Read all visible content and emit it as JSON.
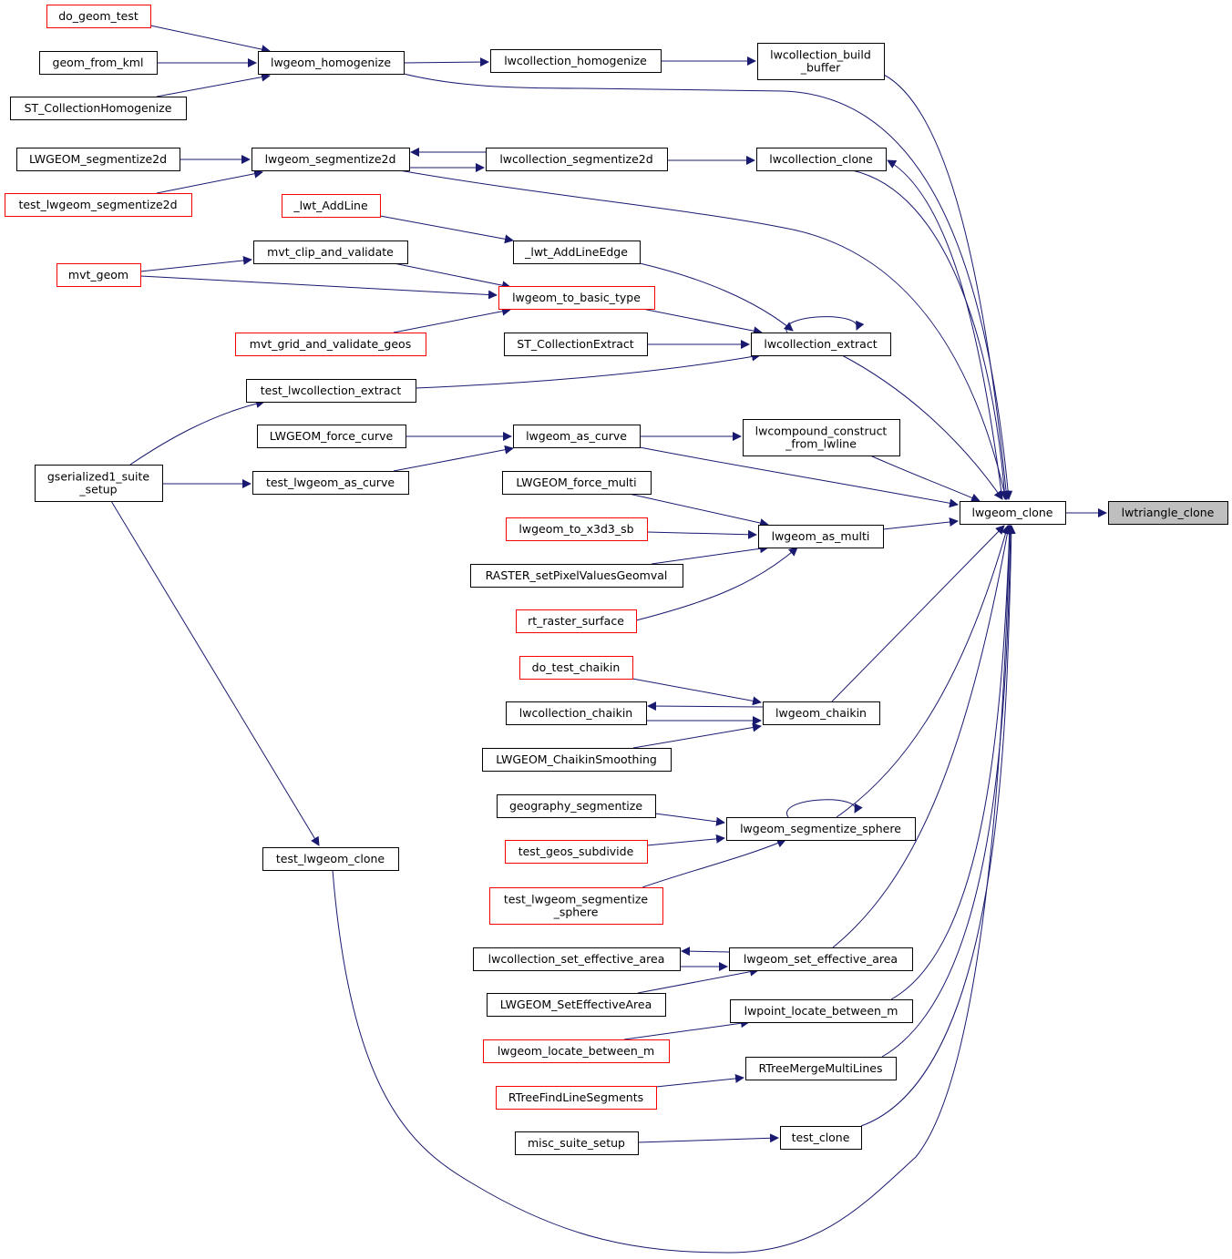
{
  "colors": {
    "edge": "#191970",
    "border_normal": "#000000",
    "border_truncated": "#ff0000",
    "root_fill": "#bfbfbf"
  },
  "nodes": {
    "do_geom_test": {
      "lines": [
        "do_geom_test"
      ],
      "style": "trunc"
    },
    "geom_from_kml": {
      "lines": [
        "geom_from_kml"
      ],
      "style": "normal"
    },
    "ST_CollectionHomogenize": {
      "lines": [
        "ST_CollectionHomogenize"
      ],
      "style": "normal"
    },
    "lwgeom_homogenize": {
      "lines": [
        "lwgeom_homogenize"
      ],
      "style": "normal"
    },
    "lwcollection_homogenize": {
      "lines": [
        "lwcollection_homogenize"
      ],
      "style": "normal"
    },
    "lwcollection_build_buffer": {
      "lines": [
        "lwcollection_build",
        "_buffer"
      ],
      "style": "normal"
    },
    "LWGEOM_segmentize2d": {
      "lines": [
        "LWGEOM_segmentize2d"
      ],
      "style": "normal"
    },
    "test_lwgeom_segmentize2d": {
      "lines": [
        "test_lwgeom_segmentize2d"
      ],
      "style": "trunc"
    },
    "lwgeom_segmentize2d": {
      "lines": [
        "lwgeom_segmentize2d"
      ],
      "style": "normal"
    },
    "lwcollection_segmentize2d": {
      "lines": [
        "lwcollection_segmentize2d"
      ],
      "style": "normal"
    },
    "lwcollection_clone": {
      "lines": [
        "lwcollection_clone"
      ],
      "style": "normal"
    },
    "_lwt_AddLine": {
      "lines": [
        "_lwt_AddLine"
      ],
      "style": "trunc"
    },
    "_lwt_AddLineEdge": {
      "lines": [
        "_lwt_AddLineEdge"
      ],
      "style": "normal"
    },
    "mvt_clip_and_validate": {
      "lines": [
        "mvt_clip_and_validate"
      ],
      "style": "normal"
    },
    "mvt_geom": {
      "lines": [
        "mvt_geom"
      ],
      "style": "trunc"
    },
    "lwgeom_to_basic_type": {
      "lines": [
        "lwgeom_to_basic_type"
      ],
      "style": "trunc"
    },
    "mvt_grid_and_validate_geos": {
      "lines": [
        "mvt_grid_and_validate_geos"
      ],
      "style": "trunc"
    },
    "ST_CollectionExtract": {
      "lines": [
        "ST_CollectionExtract"
      ],
      "style": "normal"
    },
    "lwcollection_extract": {
      "lines": [
        "lwcollection_extract"
      ],
      "style": "normal"
    },
    "test_lwcollection_extract": {
      "lines": [
        "test_lwcollection_extract"
      ],
      "style": "normal"
    },
    "LWGEOM_force_curve": {
      "lines": [
        "LWGEOM_force_curve"
      ],
      "style": "normal"
    },
    "lwgeom_as_curve": {
      "lines": [
        "lwgeom_as_curve"
      ],
      "style": "normal"
    },
    "lwcompound_construct_from_lwline": {
      "lines": [
        "lwcompound_construct",
        "_from_lwline"
      ],
      "style": "normal"
    },
    "gserialized1_suite_setup": {
      "lines": [
        "gserialized1_suite",
        "_setup"
      ],
      "style": "normal"
    },
    "test_lwgeom_as_curve": {
      "lines": [
        "test_lwgeom_as_curve"
      ],
      "style": "normal"
    },
    "LWGEOM_force_multi": {
      "lines": [
        "LWGEOM_force_multi"
      ],
      "style": "normal"
    },
    "lwgeom_to_x3d3_sb": {
      "lines": [
        "lwgeom_to_x3d3_sb"
      ],
      "style": "trunc"
    },
    "RASTER_setPixelValuesGeomval": {
      "lines": [
        "RASTER_setPixelValuesGeomval"
      ],
      "style": "normal"
    },
    "rt_raster_surface": {
      "lines": [
        "rt_raster_surface"
      ],
      "style": "trunc"
    },
    "lwgeom_as_multi": {
      "lines": [
        "lwgeom_as_multi"
      ],
      "style": "normal"
    },
    "lwgeom_clone": {
      "lines": [
        "lwgeom_clone"
      ],
      "style": "normal"
    },
    "lwtriangle_clone": {
      "lines": [
        "lwtriangle_clone"
      ],
      "style": "root"
    },
    "do_test_chaikin": {
      "lines": [
        "do_test_chaikin"
      ],
      "style": "trunc"
    },
    "lwcollection_chaikin": {
      "lines": [
        "lwcollection_chaikin"
      ],
      "style": "normal"
    },
    "LWGEOM_ChaikinSmoothing": {
      "lines": [
        "LWGEOM_ChaikinSmoothing"
      ],
      "style": "normal"
    },
    "lwgeom_chaikin": {
      "lines": [
        "lwgeom_chaikin"
      ],
      "style": "normal"
    },
    "geography_segmentize": {
      "lines": [
        "geography_segmentize"
      ],
      "style": "normal"
    },
    "test_geos_subdivide": {
      "lines": [
        "test_geos_subdivide"
      ],
      "style": "trunc"
    },
    "test_lwgeom_segmentize_sphere": {
      "lines": [
        "test_lwgeom_segmentize",
        "_sphere"
      ],
      "style": "trunc"
    },
    "lwgeom_segmentize_sphere": {
      "lines": [
        "lwgeom_segmentize_sphere"
      ],
      "style": "normal"
    },
    "test_lwgeom_clone": {
      "lines": [
        "test_lwgeom_clone"
      ],
      "style": "normal"
    },
    "lwcollection_set_effective_area": {
      "lines": [
        "lwcollection_set_effective_area"
      ],
      "style": "normal"
    },
    "LWGEOM_SetEffectiveArea": {
      "lines": [
        "LWGEOM_SetEffectiveArea"
      ],
      "style": "normal"
    },
    "lwgeom_set_effective_area": {
      "lines": [
        "lwgeom_set_effective_area"
      ],
      "style": "normal"
    },
    "lwpoint_locate_between_m": {
      "lines": [
        "lwpoint_locate_between_m"
      ],
      "style": "normal"
    },
    "lwgeom_locate_between_m": {
      "lines": [
        "lwgeom_locate_between_m"
      ],
      "style": "trunc"
    },
    "RTreeMergeMultiLines": {
      "lines": [
        "RTreeMergeMultiLines"
      ],
      "style": "normal"
    },
    "RTreeFindLineSegments": {
      "lines": [
        "RTreeFindLineSegments"
      ],
      "style": "trunc"
    },
    "test_clone": {
      "lines": [
        "test_clone"
      ],
      "style": "normal"
    },
    "misc_suite_setup": {
      "lines": [
        "misc_suite_setup"
      ],
      "style": "normal"
    }
  },
  "edges": [
    [
      "do_geom_test",
      "lwgeom_homogenize"
    ],
    [
      "geom_from_kml",
      "lwgeom_homogenize"
    ],
    [
      "ST_CollectionHomogenize",
      "lwgeom_homogenize"
    ],
    [
      "lwgeom_homogenize",
      "lwcollection_homogenize"
    ],
    [
      "lwcollection_homogenize",
      "lwcollection_build_buffer"
    ],
    [
      "lwcollection_build_buffer",
      "lwgeom_clone"
    ],
    [
      "lwgeom_homogenize",
      "lwgeom_clone"
    ],
    [
      "LWGEOM_segmentize2d",
      "lwgeom_segmentize2d"
    ],
    [
      "test_lwgeom_segmentize2d",
      "lwgeom_segmentize2d"
    ],
    [
      "lwcollection_segmentize2d",
      "lwgeom_segmentize2d"
    ],
    [
      "lwgeom_segmentize2d",
      "lwcollection_segmentize2d"
    ],
    [
      "lwcollection_segmentize2d",
      "lwcollection_clone"
    ],
    [
      "lwgeom_clone",
      "lwcollection_clone"
    ],
    [
      "lwcollection_clone",
      "lwgeom_clone"
    ],
    [
      "lwgeom_segmentize2d",
      "lwgeom_clone"
    ],
    [
      "_lwt_AddLine",
      "_lwt_AddLineEdge"
    ],
    [
      "_lwt_AddLineEdge",
      "lwcollection_extract"
    ],
    [
      "mvt_geom",
      "mvt_clip_and_validate"
    ],
    [
      "mvt_clip_and_validate",
      "lwgeom_to_basic_type"
    ],
    [
      "mvt_geom",
      "lwgeom_to_basic_type"
    ],
    [
      "mvt_grid_and_validate_geos",
      "lwgeom_to_basic_type"
    ],
    [
      "lwgeom_to_basic_type",
      "lwcollection_extract"
    ],
    [
      "ST_CollectionExtract",
      "lwcollection_extract"
    ],
    [
      "lwcollection_extract",
      "lwcollection_extract"
    ],
    [
      "test_lwcollection_extract",
      "lwcollection_extract"
    ],
    [
      "lwcollection_extract",
      "lwgeom_clone"
    ],
    [
      "gserialized1_suite_setup",
      "test_lwcollection_extract"
    ],
    [
      "LWGEOM_force_curve",
      "lwgeom_as_curve"
    ],
    [
      "test_lwgeom_as_curve",
      "lwgeom_as_curve"
    ],
    [
      "gserialized1_suite_setup",
      "test_lwgeom_as_curve"
    ],
    [
      "lwgeom_as_curve",
      "lwcompound_construct_from_lwline"
    ],
    [
      "lwcompound_construct_from_lwline",
      "lwgeom_clone"
    ],
    [
      "lwgeom_as_curve",
      "lwgeom_clone"
    ],
    [
      "LWGEOM_force_multi",
      "lwgeom_as_multi"
    ],
    [
      "lwgeom_to_x3d3_sb",
      "lwgeom_as_multi"
    ],
    [
      "RASTER_setPixelValuesGeomval",
      "lwgeom_as_multi"
    ],
    [
      "rt_raster_surface",
      "lwgeom_as_multi"
    ],
    [
      "lwgeom_as_multi",
      "lwgeom_clone"
    ],
    [
      "lwgeom_clone",
      "lwtriangle_clone"
    ],
    [
      "do_test_chaikin",
      "lwgeom_chaikin"
    ],
    [
      "lwgeom_chaikin",
      "lwcollection_chaikin"
    ],
    [
      "lwcollection_chaikin",
      "lwgeom_chaikin"
    ],
    [
      "LWGEOM_ChaikinSmoothing",
      "lwgeom_chaikin"
    ],
    [
      "lwgeom_chaikin",
      "lwgeom_clone"
    ],
    [
      "geography_segmentize",
      "lwgeom_segmentize_sphere"
    ],
    [
      "test_geos_subdivide",
      "lwgeom_segmentize_sphere"
    ],
    [
      "test_lwgeom_segmentize_sphere",
      "lwgeom_segmentize_sphere"
    ],
    [
      "lwgeom_segmentize_sphere",
      "lwgeom_segmentize_sphere"
    ],
    [
      "lwgeom_segmentize_sphere",
      "lwgeom_clone"
    ],
    [
      "gserialized1_suite_setup",
      "test_lwgeom_clone"
    ],
    [
      "test_lwgeom_clone",
      "lwgeom_clone"
    ],
    [
      "lwgeom_set_effective_area",
      "lwcollection_set_effective_area"
    ],
    [
      "lwcollection_set_effective_area",
      "lwgeom_set_effective_area"
    ],
    [
      "LWGEOM_SetEffectiveArea",
      "lwgeom_set_effective_area"
    ],
    [
      "lwgeom_set_effective_area",
      "lwgeom_clone"
    ],
    [
      "lwgeom_locate_between_m",
      "lwpoint_locate_between_m"
    ],
    [
      "lwpoint_locate_between_m",
      "lwgeom_clone"
    ],
    [
      "RTreeFindLineSegments",
      "RTreeMergeMultiLines"
    ],
    [
      "RTreeMergeMultiLines",
      "lwgeom_clone"
    ],
    [
      "misc_suite_setup",
      "test_clone"
    ],
    [
      "test_clone",
      "lwgeom_clone"
    ]
  ]
}
